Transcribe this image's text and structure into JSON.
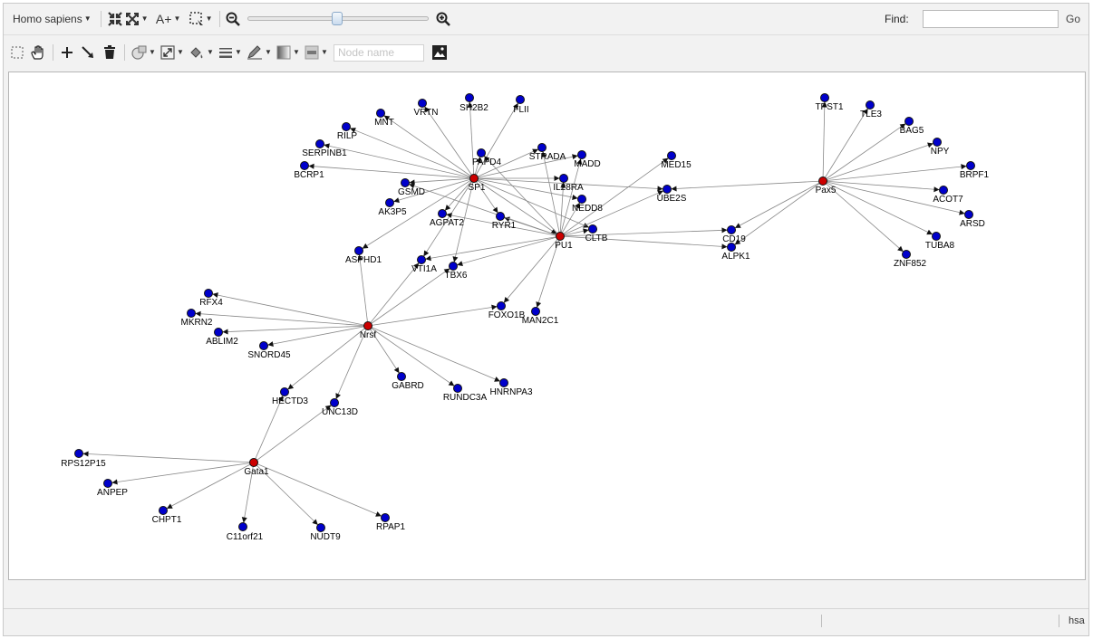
{
  "toolbar": {
    "species_label": "Homo sapiens",
    "find_label": "Find:",
    "go_label": "Go",
    "text_size_label": "A+",
    "node_name_placeholder": "Node name"
  },
  "status": {
    "organism_code": "hsa"
  },
  "network": {
    "hub_color": "#cc0000",
    "node_color": "#0000cc",
    "edge_color": "#888888",
    "hubs": [
      "SP1",
      "PU1",
      "Pax5",
      "Nrsf",
      "Gata1"
    ],
    "nodes": [
      "MNT",
      "VRTN",
      "SH2B2",
      "FLII",
      "RILP",
      "SERPINB1",
      "BCRP1",
      "PAPD4",
      "STRADA",
      "MADD",
      "GSMD",
      "IL28RA",
      "AK3P5",
      "NEDD8",
      "AGPAT2",
      "RYR1",
      "CLTB",
      "VTI1A",
      "TBX6",
      "ASPHD1",
      "MED15",
      "UBE2S",
      "CD19",
      "ALPK1",
      "TPST1",
      "TLE3",
      "BAG5",
      "NPY",
      "BRPF1",
      "ACOT7",
      "ARSD",
      "TUBA8",
      "ZNF852",
      "RFX4",
      "MKRN2",
      "ABLIM2",
      "SNORD45",
      "FOXO1B",
      "MAN2C1",
      "GABRD",
      "RUNDC3A",
      "HNRNPA3",
      "HECTD3",
      "UNC13D",
      "RPS12P15",
      "ANPEP",
      "CHPT1",
      "C11orf21",
      "NUDT9",
      "RPAP1"
    ],
    "edges": [
      [
        "SP1",
        "MNT"
      ],
      [
        "SP1",
        "VRTN"
      ],
      [
        "SP1",
        "SH2B2"
      ],
      [
        "SP1",
        "FLII"
      ],
      [
        "SP1",
        "RILP"
      ],
      [
        "SP1",
        "SERPINB1"
      ],
      [
        "SP1",
        "BCRP1"
      ],
      [
        "SP1",
        "PAPD4"
      ],
      [
        "SP1",
        "STRADA"
      ],
      [
        "SP1",
        "MADD"
      ],
      [
        "SP1",
        "GSMD"
      ],
      [
        "SP1",
        "IL28RA"
      ],
      [
        "SP1",
        "AK3P5"
      ],
      [
        "SP1",
        "NEDD8"
      ],
      [
        "SP1",
        "AGPAT2"
      ],
      [
        "SP1",
        "RYR1"
      ],
      [
        "SP1",
        "CLTB"
      ],
      [
        "SP1",
        "VTI1A"
      ],
      [
        "SP1",
        "TBX6"
      ],
      [
        "SP1",
        "ASPHD1"
      ],
      [
        "SP1",
        "UBE2S"
      ],
      [
        "SP1",
        "PU1"
      ],
      [
        "PU1",
        "PAPD4"
      ],
      [
        "PU1",
        "STRADA"
      ],
      [
        "PU1",
        "MADD"
      ],
      [
        "PU1",
        "IL28RA"
      ],
      [
        "PU1",
        "NEDD8"
      ],
      [
        "PU1",
        "AGPAT2"
      ],
      [
        "PU1",
        "RYR1"
      ],
      [
        "PU1",
        "CLTB"
      ],
      [
        "PU1",
        "VTI1A"
      ],
      [
        "PU1",
        "TBX6"
      ],
      [
        "PU1",
        "MED15"
      ],
      [
        "PU1",
        "UBE2S"
      ],
      [
        "PU1",
        "CD19"
      ],
      [
        "PU1",
        "ALPK1"
      ],
      [
        "PU1",
        "FOXO1B"
      ],
      [
        "PU1",
        "MAN2C1"
      ],
      [
        "PU1",
        "GSMD"
      ],
      [
        "Pax5",
        "TPST1"
      ],
      [
        "Pax5",
        "TLE3"
      ],
      [
        "Pax5",
        "BAG5"
      ],
      [
        "Pax5",
        "NPY"
      ],
      [
        "Pax5",
        "BRPF1"
      ],
      [
        "Pax5",
        "ACOT7"
      ],
      [
        "Pax5",
        "ARSD"
      ],
      [
        "Pax5",
        "TUBA8"
      ],
      [
        "Pax5",
        "ZNF852"
      ],
      [
        "Pax5",
        "UBE2S"
      ],
      [
        "Pax5",
        "CD19"
      ],
      [
        "Pax5",
        "ALPK1"
      ],
      [
        "Nrsf",
        "RFX4"
      ],
      [
        "Nrsf",
        "MKRN2"
      ],
      [
        "Nrsf",
        "ABLIM2"
      ],
      [
        "Nrsf",
        "SNORD45"
      ],
      [
        "Nrsf",
        "FOXO1B"
      ],
      [
        "Nrsf",
        "GABRD"
      ],
      [
        "Nrsf",
        "RUNDC3A"
      ],
      [
        "Nrsf",
        "HNRNPA3"
      ],
      [
        "Nrsf",
        "HECTD3"
      ],
      [
        "Nrsf",
        "UNC13D"
      ],
      [
        "Nrsf",
        "ASPHD1"
      ],
      [
        "Nrsf",
        "VTI1A"
      ],
      [
        "Nrsf",
        "TBX6"
      ],
      [
        "Gata1",
        "RPS12P15"
      ],
      [
        "Gata1",
        "ANPEP"
      ],
      [
        "Gata1",
        "CHPT1"
      ],
      [
        "Gata1",
        "C11orf21"
      ],
      [
        "Gata1",
        "NUDT9"
      ],
      [
        "Gata1",
        "RPAP1"
      ],
      [
        "Gata1",
        "HECTD3"
      ],
      [
        "Gata1",
        "UNC13D"
      ]
    ]
  }
}
